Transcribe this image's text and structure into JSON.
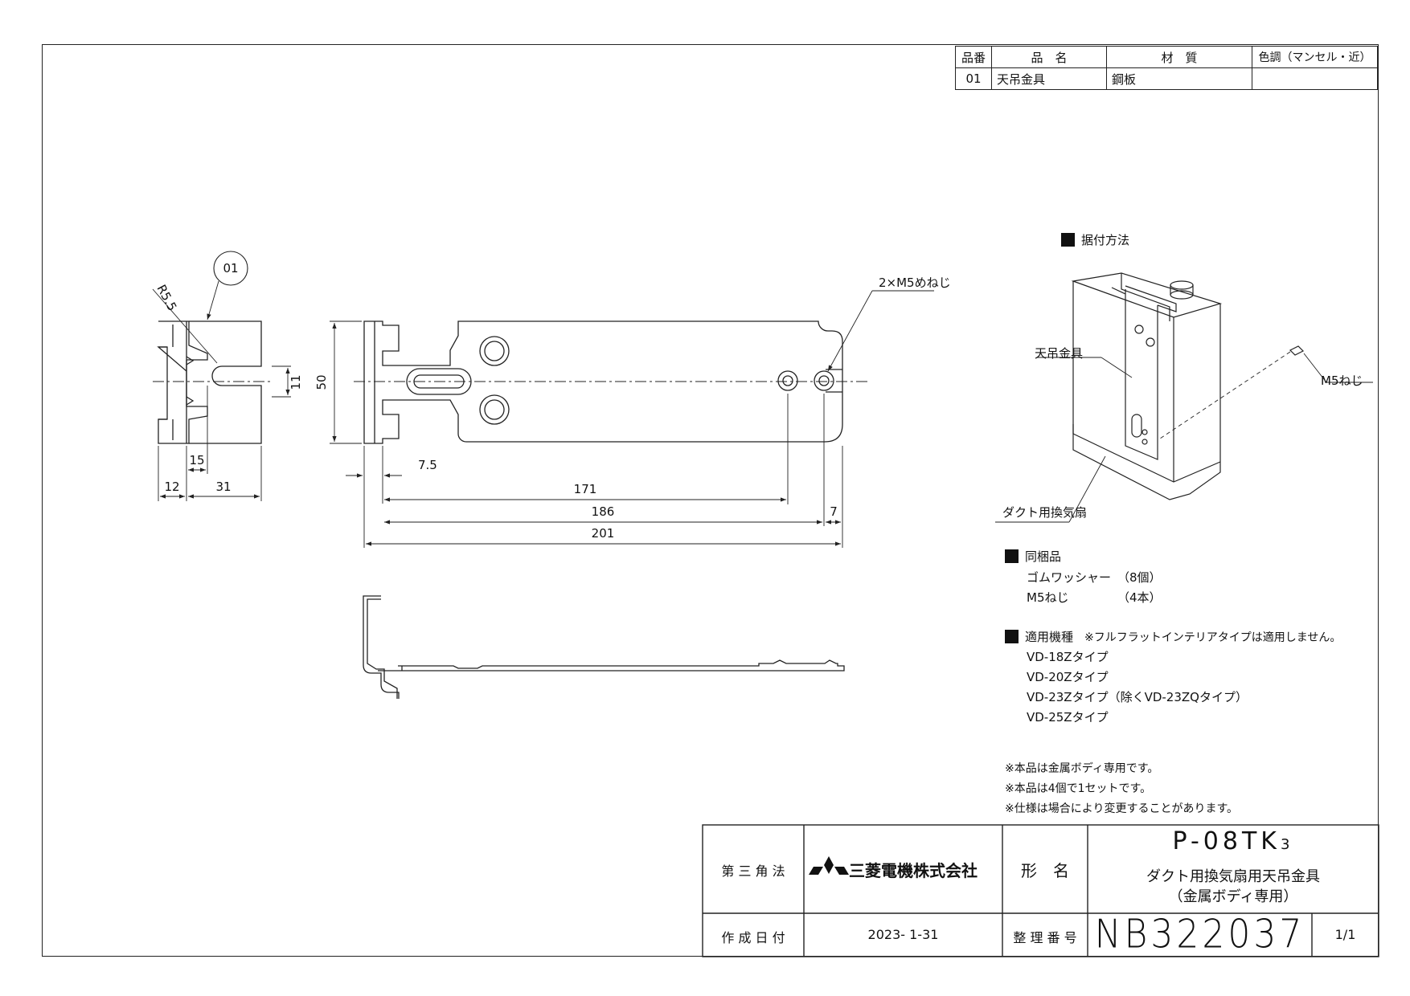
{
  "parts_table": {
    "headers": [
      "品番",
      "品　名",
      "材　質",
      "色調（マンセル・近）"
    ],
    "rows": [
      {
        "no": "01",
        "name": "天吊金具",
        "material": "鋼板",
        "color": ""
      }
    ]
  },
  "drawing": {
    "balloon": "01",
    "radius_label": "R5.5",
    "thread_label": "2×M5めねじ",
    "dims": {
      "slot_width": "11",
      "height": "50",
      "d15": "15",
      "d12": "12",
      "d31": "31",
      "d7_5": "7.5",
      "d171": "171",
      "d186": "186",
      "d7": "7",
      "d201": "201"
    }
  },
  "install": {
    "heading": "据付方法",
    "label_bracket": "天吊金具",
    "label_screw": "M5ねじ",
    "label_fan": "ダクト用換気扇"
  },
  "contents": {
    "heading": "同梱品",
    "items": [
      {
        "name": "ゴムワッシャー",
        "qty": "（8個）"
      },
      {
        "name": "M5ねじ",
        "qty": "（4本）"
      }
    ]
  },
  "models": {
    "heading": "適用機種",
    "note": "※フルフラットインテリアタイプは適用しません。",
    "list": [
      "VD-18Zタイプ",
      "VD-20Zタイプ",
      "VD-23Zタイプ（除くVD-23ZQタイプ）",
      "VD-25Zタイプ"
    ]
  },
  "notes": [
    "※本品は金属ボディ専用です。",
    "※本品は4個で1セットです。",
    "※仕様は場合により変更することがあります。"
  ],
  "title_block": {
    "projection": "第 三 角 法",
    "company": "三菱電機株式会社",
    "model_label": "形　名",
    "model_main": "P-08TK",
    "model_sub": "3",
    "product_line1": "ダクト用換気扇用天吊金具",
    "product_line2": "（金属ボディ専用）",
    "date_label": "作 成 日 付",
    "date": "2023- 1-31",
    "number_label": "整 理 番 号",
    "number": "NB322037",
    "sheet": "1/1"
  }
}
